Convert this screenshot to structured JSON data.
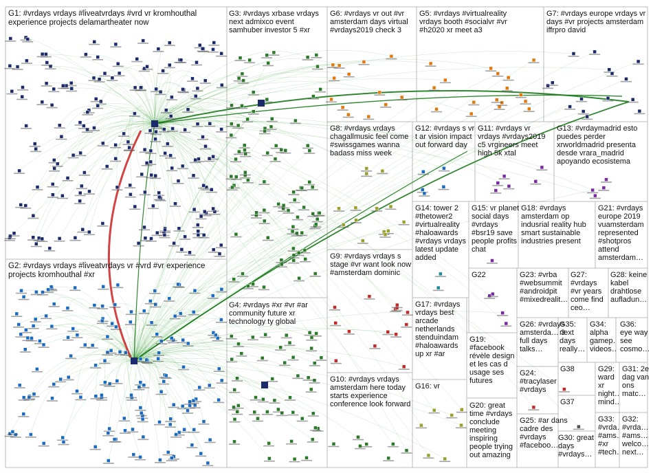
{
  "colors": {
    "background": "#ffffff",
    "panel_border": "#bbbbbb",
    "edge": "#2a9a2a",
    "edge_strong": "#1a7a1a",
    "edge_red": "#cc2222",
    "group_palette": [
      "#1a2a6a",
      "#1a6abf",
      "#2a7a2a",
      "#e07a10",
      "#c02a2a",
      "#7a2aa0",
      "#9aa02a",
      "#1a8aa0",
      "#505050"
    ]
  },
  "groups": [
    {
      "id": "G1",
      "label": "G1: #vrdays vrdays #liveatvrdays #vrd vr kromhouthal experience projects delamartheater now"
    },
    {
      "id": "G2",
      "label": "G2: #vrdays vrdays #liveatvrdays vr #vrd #vr experience projects kromhouthal #xr"
    },
    {
      "id": "G3",
      "label": "G3: #vrdays xrbase vrdays next admixco event samhuber investor 5 #xr"
    },
    {
      "id": "G4",
      "label": "G4: #vrdays #xr #vr #ar community future xr technology ty global"
    },
    {
      "id": "G5",
      "label": "G5: #vrdays #virtualreality vrdays booth #socialvr #vr #h2020 xr meet a3"
    },
    {
      "id": "G6",
      "label": "G6: #vrdays vr out #vr amsterdam days virtual #vrdays2019 check 3"
    },
    {
      "id": "G7",
      "label": "G7: #vrdays europe vrdays vr days #vr projects amsterdam iffrpro david"
    },
    {
      "id": "G8",
      "label": "G8: #vrdays vrdays chagallmusic feel come #swissgames wanna badass miss week"
    },
    {
      "id": "G9",
      "label": "G9: #vrdays vrdays s stage #vr want look now #amsterdam dominic"
    },
    {
      "id": "G10",
      "label": "G10: #vrdays vrdays amsterdam here today starts experience conference look forward"
    },
    {
      "id": "G11",
      "label": "G11: #vrdays vr vrdays #vrdays2019 c5 vrgineers meet high 5k xtal"
    },
    {
      "id": "G12",
      "label": "G12: #vrdays s vr t ar vision impact out forward day"
    },
    {
      "id": "G13",
      "label": "G13: #vrdaymadrid esto puedes perder xrworldmadrid presenta desde vrara_madrid apoyando ecosistema"
    },
    {
      "id": "G14",
      "label": "G14: tower 2 #thetower2 #virtualreality #haloawards #vrdays vrdays latest update added"
    },
    {
      "id": "G15",
      "label": "G15: vr planet social days #vrdays #bsr19 save people profits chat"
    },
    {
      "id": "G16",
      "label": "G16: vr"
    },
    {
      "id": "G17",
      "label": "G17: #vrdays vrdays best arcade netherlands stenduindam #haloawards up xr #ar"
    },
    {
      "id": "G18",
      "label": "G18: #vrdays amsterdam op indusrial reality hub smart sustainable industries present"
    },
    {
      "id": "G19",
      "label": "G19: #facebook révèle design et les cas d usage ses futures"
    },
    {
      "id": "G20",
      "label": "G20: great time #vrdays conclude meeting inspiring people trying out amazing"
    },
    {
      "id": "G21",
      "label": "G21: #vrdays europe 2019 vuamsterdam represented #shotpros attend amsterdam…"
    },
    {
      "id": "G22",
      "label": "G22"
    },
    {
      "id": "G23",
      "label": "G23: #vrba #websummit #androidpit #mixedrealit…"
    },
    {
      "id": "G24",
      "label": "G24: #tracylaser #vrdays"
    },
    {
      "id": "G25",
      "label": "G25: #ar dans cadre des #vrdays #faceboo…"
    },
    {
      "id": "G26",
      "label": "G26: #vrdays amsterda… 3 full days talks…"
    },
    {
      "id": "G27",
      "label": "G27: #vrdays #vr years come find ceo…"
    },
    {
      "id": "G28",
      "label": "G28: keine kabel drahtlose aufladun…"
    },
    {
      "id": "G29",
      "label": "G29: ward xr night… mind…"
    },
    {
      "id": "G30",
      "label": "G30: great days #vrdays…"
    },
    {
      "id": "G31",
      "label": "G31: 2e dag van ons matc…"
    },
    {
      "id": "G32",
      "label": "G32: #vrda… #ams… welco… next…"
    },
    {
      "id": "G33",
      "label": "G33: #vrda… #ams… #xr #tech…"
    },
    {
      "id": "G34",
      "label": "G34: alpha gamep… videos…"
    },
    {
      "id": "G35",
      "label": "G35: next days really…"
    },
    {
      "id": "G36",
      "label": "G36: eye way see cosmo…"
    },
    {
      "id": "G37",
      "label": "G37"
    },
    {
      "id": "G38",
      "label": "G38"
    }
  ]
}
